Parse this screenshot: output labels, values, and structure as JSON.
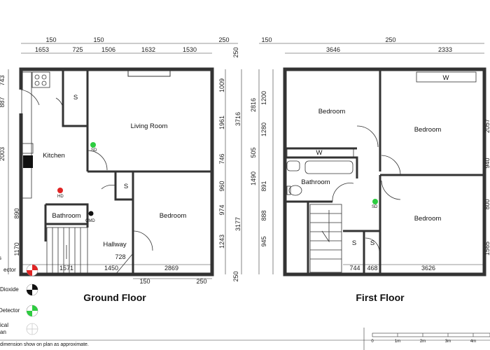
{
  "plan": {
    "ground_floor": {
      "heading": "Ground Floor",
      "rooms": {
        "living_room": "Living Room",
        "kitchen": "Kitchen",
        "bathroom": "Bathroom",
        "hallway": "Hallway",
        "bedroom": "Bedroom",
        "store_1": "S",
        "store_2": "S"
      },
      "device_labels": {
        "smoke": "SD",
        "heat": "HD",
        "carbon_monoxide": "CMD"
      },
      "top_dims_row1": [
        "150",
        "150",
        "250"
      ],
      "top_dims_row2": [
        "1653",
        "725",
        "1506",
        "1632",
        "1530"
      ],
      "right_dims_inner": [
        "1009",
        "1961",
        "746",
        "960",
        "974",
        "1243"
      ],
      "right_dims_outer": [
        "3716",
        "3177"
      ],
      "right_dims_wall": [
        "250",
        "250"
      ],
      "left_dims": [
        "743",
        "887",
        "2003",
        "890",
        "1170"
      ],
      "bottom_dims_row1": [
        "1571",
        "1450",
        "2869"
      ],
      "bottom_dims_row2": [
        "728",
        "150",
        "250"
      ]
    },
    "first_floor": {
      "heading": "First Floor",
      "rooms": {
        "bedroom_1": "Bedroom",
        "bedroom_2": "Bedroom",
        "bedroom_3": "Bedroom",
        "bathroom": "Bathroom",
        "wardrobe_1": "W",
        "wardrobe_2": "W",
        "store_1": "S",
        "store_2": "S"
      },
      "device_labels": {
        "smoke": "SD"
      },
      "top_dims_row1": [
        "150",
        "250"
      ],
      "top_dims_row2": [
        "3646",
        "2333"
      ],
      "left_dims": [
        "1200",
        "1280",
        "505",
        "891",
        "888",
        "945"
      ],
      "left_dims_outer": [
        "2816",
        "1490"
      ],
      "right_dims": [
        "2057",
        "940",
        "800",
        "1565"
      ],
      "bottom_dims": [
        "744",
        "468",
        "3626"
      ]
    },
    "legend": {
      "items": [
        "ector",
        "Dioxide",
        "Detector",
        "ical\nan"
      ],
      "title_fragment": "s"
    },
    "scale_bar": {
      "ticks": [
        "0",
        "1m",
        "2m",
        "3m",
        "4m"
      ]
    },
    "note": "dimension show on plan as approximate.",
    "colors": {
      "smoke": "#2ecc40",
      "heat": "#e02424",
      "co": "#111111",
      "wall": "#333333"
    }
  }
}
